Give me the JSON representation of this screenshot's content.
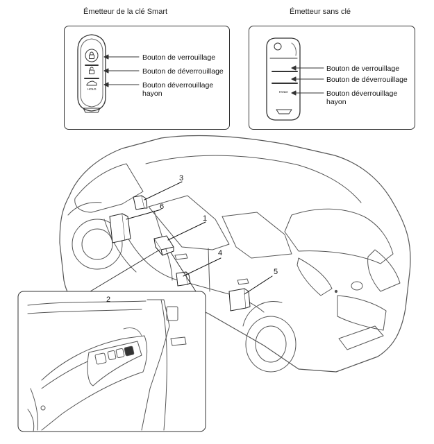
{
  "smart_key": {
    "title": "Émetteur de la clé Smart",
    "lock_label": "Bouton de verrouillage",
    "unlock_label": "Bouton de déverrouillage",
    "trunk_label_line1": "Bouton déverrouillage",
    "trunk_label_line2": "hayon",
    "hold_text": "HOLD"
  },
  "keyless": {
    "title": "Émetteur sans clé",
    "lock_label": "Bouton de verrouillage",
    "unlock_label": "Bouton de déverrouillage",
    "trunk_label_line1": "Bouton déverrouillage",
    "trunk_label_line2": "hayon",
    "hold_text": "HOLD"
  },
  "callouts": [
    "1",
    "2",
    "3",
    "4",
    "5",
    "6"
  ]
}
